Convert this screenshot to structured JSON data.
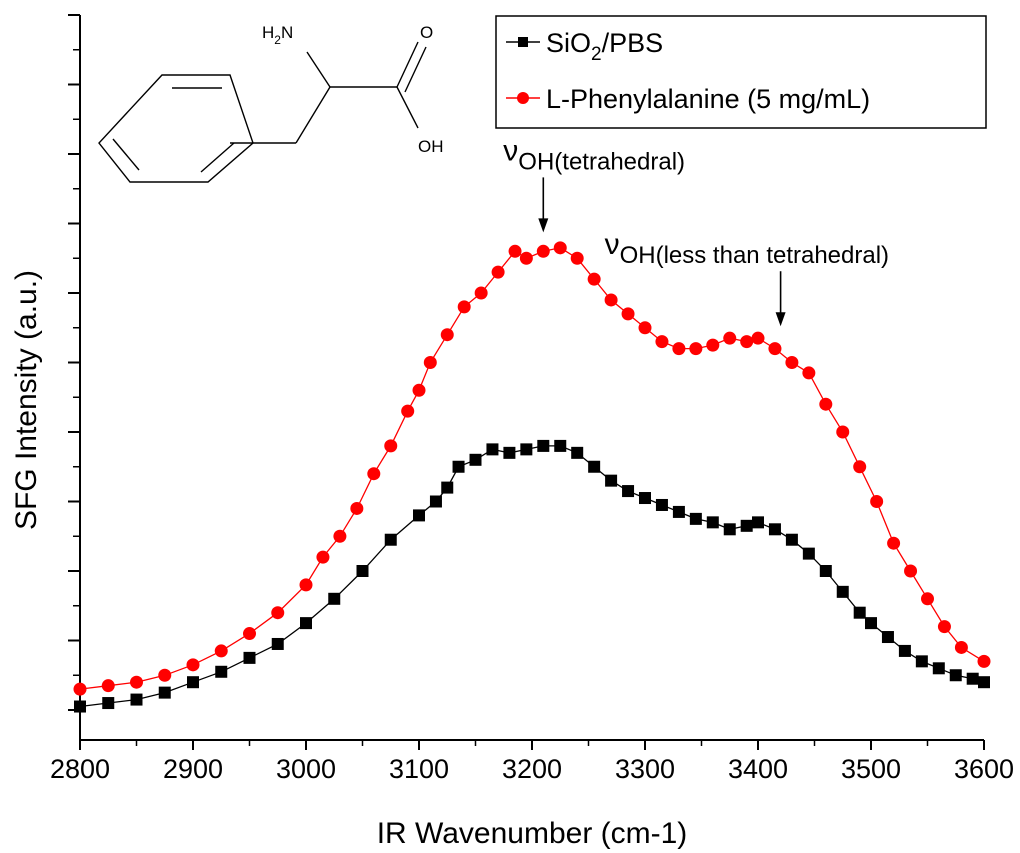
{
  "chart_data": {
    "type": "scatter",
    "xlabel": "IR Wavenumber (cm-1)",
    "ylabel": "SFG Intensity (a.u.)",
    "xlim": [
      2800,
      3600
    ],
    "ylim": [
      0,
      1.0
    ],
    "x_ticks": [
      "2800",
      "2900",
      "3000",
      "3100",
      "3200",
      "3300",
      "3400",
      "3500",
      "3600"
    ],
    "y_tick_labels_shown": false,
    "grid": false,
    "legend_position": "top-right",
    "series": [
      {
        "name_parts": [
          "SiO",
          "2",
          "/PBS"
        ],
        "color": "#000000",
        "marker": "square",
        "points": [
          [
            2800,
            0.005
          ],
          [
            2825,
            0.01
          ],
          [
            2850,
            0.015
          ],
          [
            2875,
            0.025
          ],
          [
            2900,
            0.04
          ],
          [
            2925,
            0.055
          ],
          [
            2950,
            0.075
          ],
          [
            2975,
            0.095
          ],
          [
            3000,
            0.125
          ],
          [
            3025,
            0.16
          ],
          [
            3050,
            0.2
          ],
          [
            3075,
            0.245
          ],
          [
            3100,
            0.28
          ],
          [
            3115,
            0.3
          ],
          [
            3125,
            0.32
          ],
          [
            3135,
            0.35
          ],
          [
            3150,
            0.36
          ],
          [
            3165,
            0.375
          ],
          [
            3180,
            0.37
          ],
          [
            3195,
            0.375
          ],
          [
            3210,
            0.38
          ],
          [
            3225,
            0.38
          ],
          [
            3240,
            0.37
          ],
          [
            3255,
            0.35
          ],
          [
            3270,
            0.33
          ],
          [
            3285,
            0.315
          ],
          [
            3300,
            0.305
          ],
          [
            3315,
            0.295
          ],
          [
            3330,
            0.285
          ],
          [
            3345,
            0.275
          ],
          [
            3360,
            0.27
          ],
          [
            3375,
            0.26
          ],
          [
            3390,
            0.265
          ],
          [
            3400,
            0.27
          ],
          [
            3415,
            0.26
          ],
          [
            3430,
            0.245
          ],
          [
            3445,
            0.225
          ],
          [
            3460,
            0.2
          ],
          [
            3475,
            0.17
          ],
          [
            3490,
            0.14
          ],
          [
            3500,
            0.125
          ],
          [
            3515,
            0.105
          ],
          [
            3530,
            0.085
          ],
          [
            3545,
            0.07
          ],
          [
            3560,
            0.06
          ],
          [
            3575,
            0.05
          ],
          [
            3590,
            0.045
          ],
          [
            3600,
            0.04
          ]
        ]
      },
      {
        "name": "L-Phenylalanine (5 mg/mL)",
        "color": "#ff0000",
        "marker": "circle",
        "points": [
          [
            2800,
            0.03
          ],
          [
            2825,
            0.035
          ],
          [
            2850,
            0.04
          ],
          [
            2875,
            0.05
          ],
          [
            2900,
            0.065
          ],
          [
            2925,
            0.085
          ],
          [
            2950,
            0.11
          ],
          [
            2975,
            0.14
          ],
          [
            3000,
            0.18
          ],
          [
            3015,
            0.22
          ],
          [
            3030,
            0.25
          ],
          [
            3045,
            0.29
          ],
          [
            3060,
            0.34
          ],
          [
            3075,
            0.38
          ],
          [
            3090,
            0.43
          ],
          [
            3100,
            0.46
          ],
          [
            3110,
            0.5
          ],
          [
            3125,
            0.54
          ],
          [
            3140,
            0.58
          ],
          [
            3155,
            0.6
          ],
          [
            3170,
            0.63
          ],
          [
            3185,
            0.66
          ],
          [
            3195,
            0.65
          ],
          [
            3210,
            0.66
          ],
          [
            3225,
            0.665
          ],
          [
            3240,
            0.65
          ],
          [
            3255,
            0.62
          ],
          [
            3270,
            0.59
          ],
          [
            3285,
            0.57
          ],
          [
            3300,
            0.55
          ],
          [
            3315,
            0.53
          ],
          [
            3330,
            0.52
          ],
          [
            3345,
            0.52
          ],
          [
            3360,
            0.525
          ],
          [
            3375,
            0.535
          ],
          [
            3390,
            0.53
          ],
          [
            3400,
            0.535
          ],
          [
            3415,
            0.52
          ],
          [
            3430,
            0.5
          ],
          [
            3445,
            0.485
          ],
          [
            3460,
            0.44
          ],
          [
            3475,
            0.4
          ],
          [
            3490,
            0.35
          ],
          [
            3505,
            0.3
          ],
          [
            3520,
            0.24
          ],
          [
            3535,
            0.2
          ],
          [
            3550,
            0.16
          ],
          [
            3565,
            0.12
          ],
          [
            3580,
            0.09
          ],
          [
            3600,
            0.07
          ]
        ]
      }
    ],
    "annotations": [
      {
        "symbol": "ν",
        "subscript": "OH(tetrahedral)",
        "x": 3210,
        "y": 0.68
      },
      {
        "symbol": "ν",
        "subscript": "OH(less than tetrahedral)",
        "x": 3420,
        "y": 0.545
      }
    ]
  },
  "molecule": {
    "labels": [
      "H",
      "2",
      "N",
      "O",
      "OH"
    ]
  }
}
